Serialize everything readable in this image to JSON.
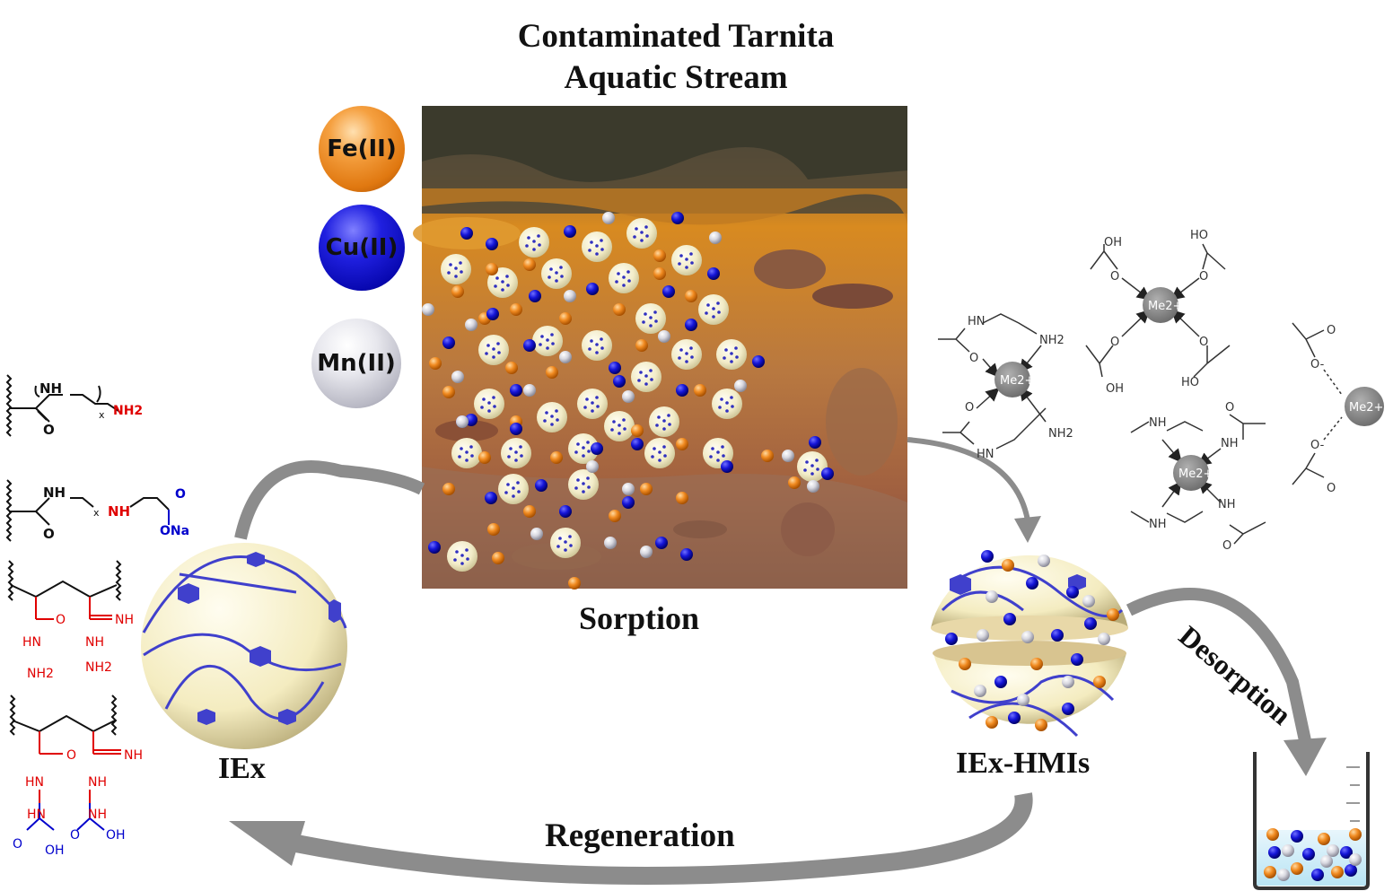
{
  "title": {
    "line1": "Contaminated Tarnita",
    "line2": "Aquatic Stream"
  },
  "ions": [
    {
      "label": "Fe(II)",
      "color": "#e07810"
    },
    {
      "label": "Cu(II)",
      "color": "#1010d0"
    },
    {
      "label": "Mn(II)",
      "color": "#c8c8d0"
    }
  ],
  "labels": {
    "sorption": "Sorption",
    "iex": "IEx",
    "iex_hmis": "IEx-HMIs",
    "regeneration": "Regeneration",
    "desorption": "Desorption"
  },
  "chem": {
    "s1_nh": "NH",
    "s1_x": "x",
    "s1_o": "O",
    "s1_nh2": "NH2",
    "s2_nh": "NH",
    "s2_x": "x",
    "s2_nh2": "NH",
    "s2_o": "O",
    "s2_ona": "ONa",
    "s2_o2": "O",
    "s3_o": "O",
    "s3_nh": "NH",
    "s3_hn": "HN",
    "s3_nh2a": "NH2",
    "s3_nha": "NH",
    "s3_nh2b": "NH2",
    "s4_o": "O",
    "s4_nh": "NH",
    "s4_hn": "HN",
    "s4_nha": "NH",
    "s4_hnb": "HN",
    "s4_nhb": "NH",
    "s4_o1": "O",
    "s4_oh1": "OH",
    "s4_o2": "O",
    "s4_oh2": "OH",
    "me": "Me2+",
    "nh": "NH",
    "hn": "HN",
    "nh2": "NH2",
    "o": "O",
    "oh": "OH",
    "ho": "HO",
    "o_minus": "O-"
  },
  "colors": {
    "red": "#e00000",
    "blue": "#0000cc",
    "black": "#111111",
    "me_gray": "#8a8a8a",
    "arrow_gray": "#8c8c8c"
  }
}
